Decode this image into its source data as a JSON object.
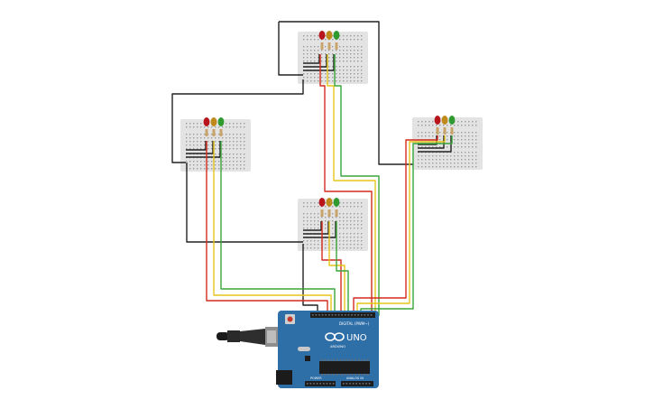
{
  "canvas": {
    "background": "#ffffff"
  },
  "colors": {
    "wire_black": "#222222",
    "wire_red": "#d42a1e",
    "wire_yellow": "#e6c619",
    "wire_green": "#3aa53a",
    "breadboard": "#e3e3e3",
    "breadboard_hole": "#9a9a9a",
    "led_red": "#b8141b",
    "led_yellow": "#c08a1a",
    "led_green": "#2f9a2f",
    "arduino_board": "#2f6fa8",
    "arduino_header": "#1e1e1e"
  },
  "breadboards": [
    {
      "id": "top"
    },
    {
      "id": "left"
    },
    {
      "id": "right"
    },
    {
      "id": "middle"
    }
  ],
  "arduino": {
    "model_label": "UNO",
    "sub_label": "ARDUINO",
    "digital_label": "DIGITAL (PWM~)",
    "power_label": "POWER",
    "analog_label": "ANALOG IN",
    "icon": "arduino-infinity-icon"
  }
}
